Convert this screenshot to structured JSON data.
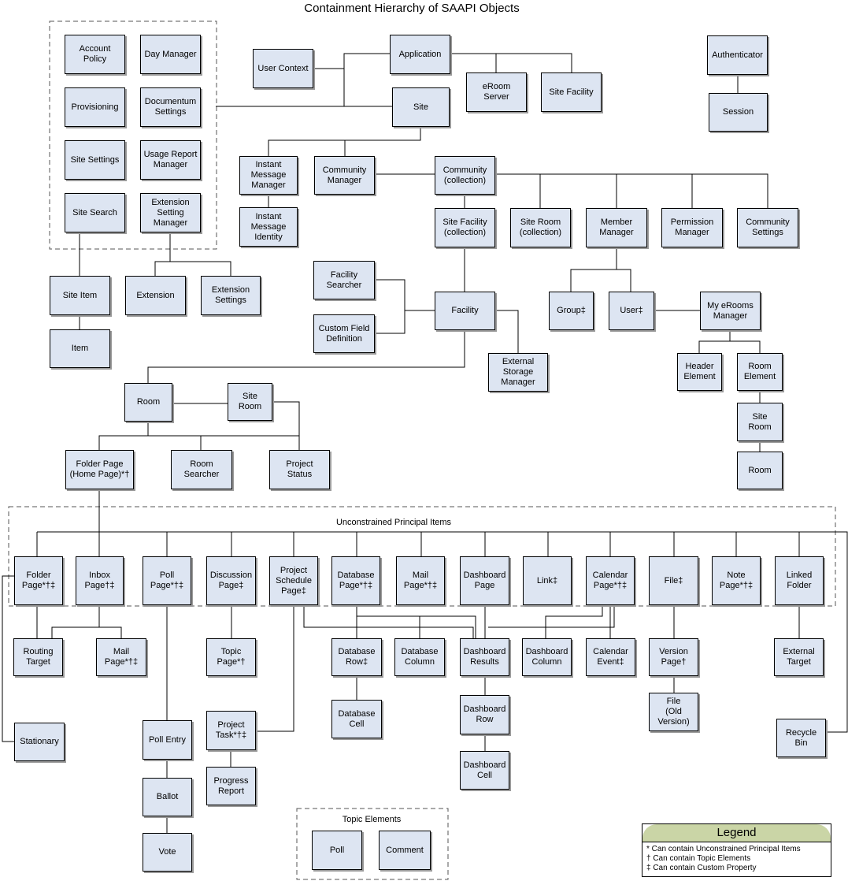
{
  "title": "Containment Hierarchy of SAAPI Objects",
  "colors": {
    "node_fill": "#dde5f2",
    "legend_header": "#cad5a6"
  },
  "nodes": {
    "account_policy": "Account\nPolicy",
    "day_manager": "Day Manager",
    "provisioning": "Provisioning",
    "documentum_settings": "Documentum\nSettings",
    "site_settings": "Site Settings",
    "usage_report_manager": "Usage Report\nManager",
    "site_search": "Site Search",
    "extension_setting_manager": "Extension\nSetting\nManager",
    "user_context": "User Context",
    "application": "Application",
    "eroom_server": "eRoom\nServer",
    "site_facility": "Site Facility",
    "site": "Site",
    "authenticator": "Authenticator",
    "session": "Session",
    "instant_message_manager": "Instant\nMessage\nManager",
    "instant_message_identity": "Instant\nMessage\nIdentity",
    "community_manager": "Community\nManager",
    "community_collection": "Community\n(collection)",
    "site_facility_collection": "Site Facility\n(collection)",
    "site_room_collection": "Site Room\n(collection)",
    "member_manager": "Member\nManager",
    "permission_manager": "Permission\nManager",
    "community_settings": "Community\nSettings",
    "site_item": "Site Item",
    "item": "Item",
    "extension": "Extension",
    "extension_settings": "Extension\nSettings",
    "facility_searcher": "Facility\nSearcher",
    "custom_field_definition": "Custom Field\nDefinition",
    "facility": "Facility",
    "external_storage_manager": "External\nStorage\nManager",
    "group": "Group‡",
    "user": "User‡",
    "my_erooms_manager": "My eRooms\nManager",
    "header_element": "Header\nElement",
    "room_element": "Room\nElement",
    "site_room_right": "Site\nRoom",
    "room_right": "Room",
    "room": "Room",
    "site_room": "Site\nRoom",
    "folder_page_home": "Folder Page\n(Home Page)*†",
    "room_searcher": "Room\nSearcher",
    "project_status": "Project\nStatus",
    "folder_page": "Folder\nPage*†‡",
    "inbox_page": "Inbox\nPage†‡",
    "poll_page": "Poll\nPage*†‡",
    "discussion_page": "Discussion\nPage‡",
    "project_schedule_page": "Project\nSchedule\nPage‡",
    "database_page": "Database\nPage*†‡",
    "mail_page_top": "Mail\nPage*†‡",
    "dashboard_page": "Dashboard\nPage",
    "link": "Link‡",
    "calendar_page": "Calendar\nPage*†‡",
    "file": "File‡",
    "note_page": "Note\nPage*†‡",
    "linked_folder": "Linked\nFolder",
    "routing_target": "Routing\nTarget",
    "mail_page_sub": "Mail\nPage*†‡",
    "topic_page": "Topic\nPage*†",
    "database_row": "Database\nRow‡",
    "database_column": "Database\nColumn",
    "dashboard_results": "Dashboard\nResults",
    "dashboard_column": "Dashboard\nColumn",
    "calendar_event": "Calendar\nEvent‡",
    "version_page": "Version\nPage†",
    "external_target": "External\nTarget",
    "database_cell": "Database\nCell",
    "dashboard_row": "Dashboard\nRow",
    "file_old_version": "File\n(Old\nVersion)",
    "dashboard_cell": "Dashboard\nCell",
    "stationary": "Stationary",
    "poll_entry": "Poll Entry",
    "ballot": "Ballot",
    "vote": "Vote",
    "project_task": "Project\nTask*†‡",
    "progress_report": "Progress\nReport",
    "recycle_bin": "Recycle\nBin",
    "poll": "Poll",
    "comment": "Comment"
  },
  "groups": {
    "unconstrained": "Unconstrained Principal Items",
    "topic_elements": "Topic Elements"
  },
  "legend": {
    "title": "Legend",
    "items": [
      "*  Can contain Unconstrained Principal Items",
      "†  Can contain Topic Elements",
      "‡  Can contain Custom Property"
    ]
  }
}
